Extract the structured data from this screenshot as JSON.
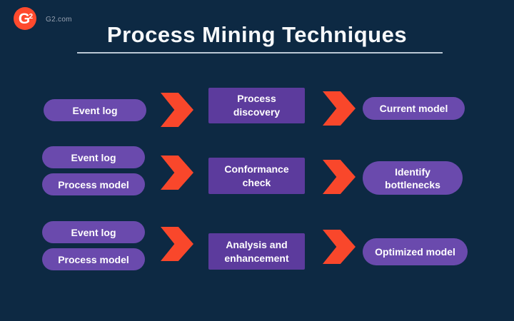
{
  "page": {
    "background_color": "#0d2943"
  },
  "header": {
    "logo": {
      "letter": "G",
      "digit": "2",
      "circle_color": "#ff4a2d"
    },
    "site_label": "G2.com"
  },
  "title": {
    "text": "Process Mining Techniques"
  },
  "colors": {
    "input_pill": "#6a4aad",
    "process_box": "#5c3b9d",
    "arrow": "#f9472b",
    "box_text": "#ffffff",
    "title_text": "#f7f9fb",
    "underline": "#b9c7d4"
  },
  "icons": {
    "arrow": "chevron-right-icon"
  },
  "rows": [
    {
      "inputs": [
        "Event log"
      ],
      "process": "Process discovery",
      "output": "Current model"
    },
    {
      "inputs": [
        "Event log",
        "Process model"
      ],
      "process": "Conformance check",
      "output": "Identify bottlenecks"
    },
    {
      "inputs": [
        "Event log",
        "Process model"
      ],
      "process": "Analysis and enhancement",
      "output": "Optimized model"
    }
  ]
}
